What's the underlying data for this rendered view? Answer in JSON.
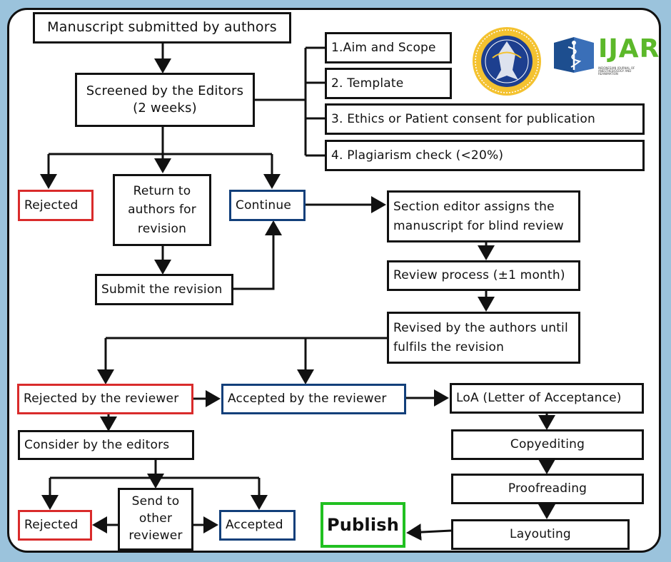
{
  "steps": {
    "submitted": "Manuscript submitted by authors",
    "screened": "Screened by the Editors (2 weeks)",
    "aim": "1.Aim and Scope",
    "template": "2. Template",
    "ethics": "3. Ethics or Patient consent for publication",
    "plagiarism": "4. Plagiarism check (<20%)",
    "rejected_1": "Rejected",
    "return": "Return to authors for revision",
    "continue": "Continue",
    "submit_revision": "Submit the revision",
    "section_editor": "Section editor assigns the manuscript for blind review",
    "review_process": "Review process (±1 month)",
    "revised": "Revised by the authors until fulfils the revision",
    "rejected_reviewer": "Rejected by the reviewer",
    "accepted_reviewer": "Accepted by the reviewer",
    "loa": "LoA (Letter of Acceptance)",
    "consider": "Consider by the editors",
    "copyediting": "Copyediting",
    "proofreading": "Proofreading",
    "rejected_2": "Rejected",
    "send_other": "Send to other reviewer",
    "accepted": "Accepted",
    "publish": "Publish",
    "layouting": "Layouting"
  },
  "logos": {
    "university_seal": "university-seal-icon",
    "journal_icon": "caduceus-icon",
    "journal_name": "IJAR",
    "journal_subtitle": "INDONESIAN JOURNAL OF ANESTHESIOLOGY AND REANIMATION"
  },
  "colors": {
    "background": "#9bc3dc",
    "rejected_border": "#d92b2b",
    "continue_border": "#123f7a",
    "publish_border": "#21c021",
    "journal_green": "#5cb82a",
    "journal_blue": "#1d4e8f"
  }
}
